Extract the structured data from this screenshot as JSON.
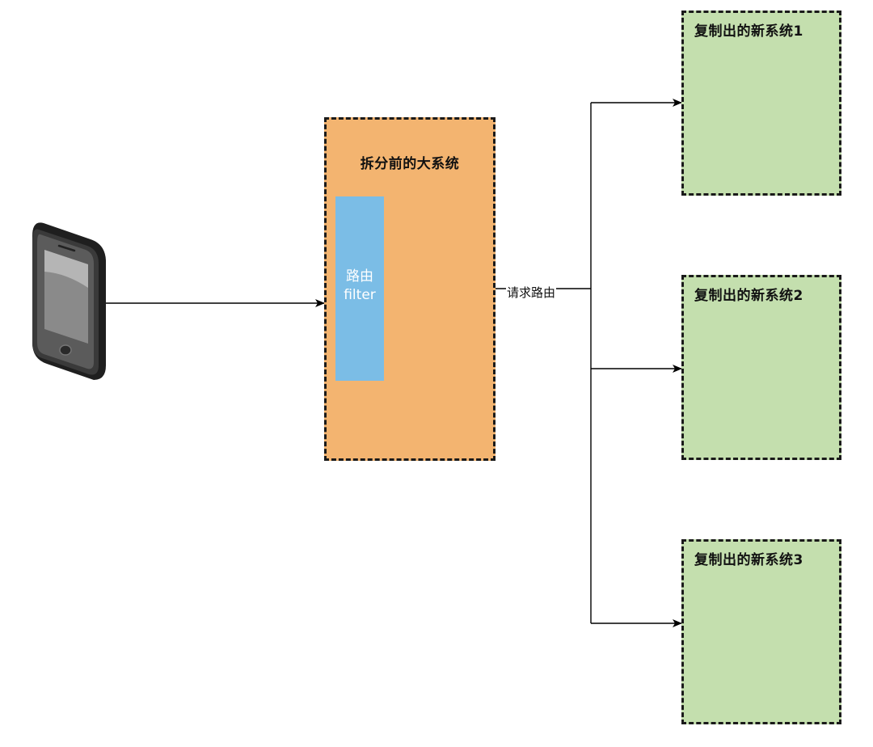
{
  "nodes": {
    "big_system": {
      "title": "拆分前的大系统",
      "filter": {
        "line1": "路由",
        "line2": "filter"
      }
    },
    "new_systems": [
      {
        "title": "复制出的新系统1"
      },
      {
        "title": "复制出的新系统2"
      },
      {
        "title": "复制出的新系统3"
      }
    ],
    "client": {
      "icon": "smartphone-icon"
    }
  },
  "edges": {
    "route_label": "请求路由"
  },
  "colors": {
    "big_system_fill": "#f3b470",
    "filter_fill": "#7bbde6",
    "new_system_fill": "#c4dfae",
    "border": "#1a1a1a",
    "line": "#000000"
  }
}
